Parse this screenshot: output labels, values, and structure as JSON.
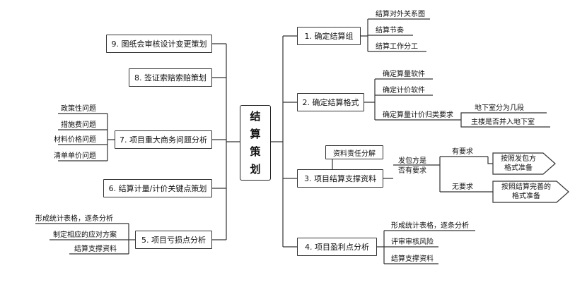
{
  "center_title": [
    "结",
    "算",
    "策",
    "划"
  ],
  "right_branches": [
    {
      "label": "1. 确定结算组",
      "leaves": [
        "结算对外关系图",
        "结算节奏",
        "结算工作分工"
      ]
    },
    {
      "label": "2. 确定结算格式",
      "leaves": [
        "确定算量软件",
        "确定计价软件",
        "确定算量计价归类要求"
      ],
      "sub_leaves": [
        "地下室分为几段",
        "主楼是否并入地下室"
      ]
    },
    {
      "label": "3. 项目结算支撑资料",
      "callout": "资料责任分解",
      "question": [
        "发包方是",
        "否有要求"
      ],
      "options": [
        {
          "label": "有要求",
          "result": [
            "按照发包方",
            "格式准备"
          ]
        },
        {
          "label": "无要求",
          "result": [
            "按照结算完善的",
            "格式准备"
          ]
        }
      ]
    },
    {
      "label": "4. 项目盈利点分析",
      "leaves": [
        "形成统计表格，逐条分析",
        "评审审核风险",
        "结算支撑资料"
      ]
    }
  ],
  "left_branches": [
    {
      "label": "9. 图纸会审核设计变更策划"
    },
    {
      "label": "8. 签证索赔索赔策划"
    },
    {
      "label": "7. 项目重大商务问题分析",
      "leaves": [
        "政策性问题",
        "措施费问题",
        "材料价格问题",
        "清单单价问题"
      ]
    },
    {
      "label": "6. 结算计量/计价关键点策划"
    },
    {
      "label": "5. 项目亏损点分析",
      "leaves": [
        "形成统计表格，逐条分析",
        "制定相应的应对方案",
        "结算支撑资料"
      ]
    }
  ]
}
